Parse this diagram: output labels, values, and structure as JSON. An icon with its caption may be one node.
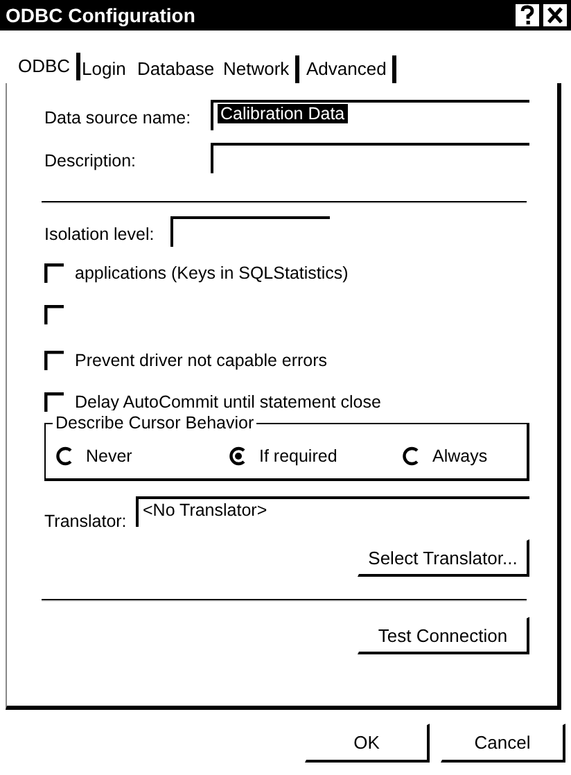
{
  "diagram": {
    "title": "ODBC Configuration",
    "labels": [
      "ODBC",
      "Login",
      "Database",
      "Network",
      "Advanced",
      "Data source name:",
      "Calibration Data",
      "Description:",
      "Isolation level:",
      "applications (Keys in SQLStatistics)",
      "Prevent driver not capable errors",
      "Delay AutoCommit until statement close",
      "Describe Cursor Behavior",
      "Never",
      "If required",
      "Always",
      "Translator:",
      "<No Translator>",
      "Select Translator...",
      "Test Connection",
      "OK",
      "Cancel"
    ]
  }
}
